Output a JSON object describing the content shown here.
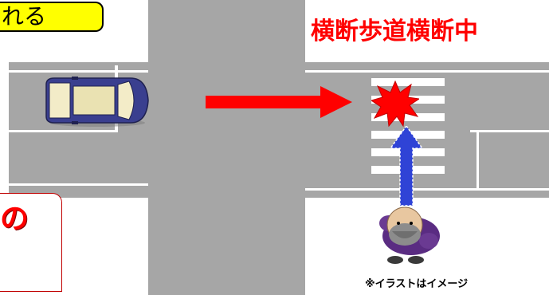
{
  "labels": {
    "title_fragment": "れる",
    "situation": "横断歩道横断中",
    "partial_label": "の",
    "note": "※イラストはイメージ"
  },
  "colors": {
    "road": "#a6a6a6",
    "title_background": "#ffff00",
    "situation_text": "#ff0000",
    "vehicle_arrow": "#ff0000",
    "pedestrian_arrow": "#2f43d6",
    "collision": "#ff0000",
    "car_body": "#3a3f8f"
  },
  "icons": {
    "car": "car-top-view-icon",
    "pedestrian": "elderly-pedestrian-icon",
    "collision": "collision-burst-icon",
    "vehicle_direction": "right-arrow-icon",
    "pedestrian_direction": "up-arrow-icon"
  }
}
